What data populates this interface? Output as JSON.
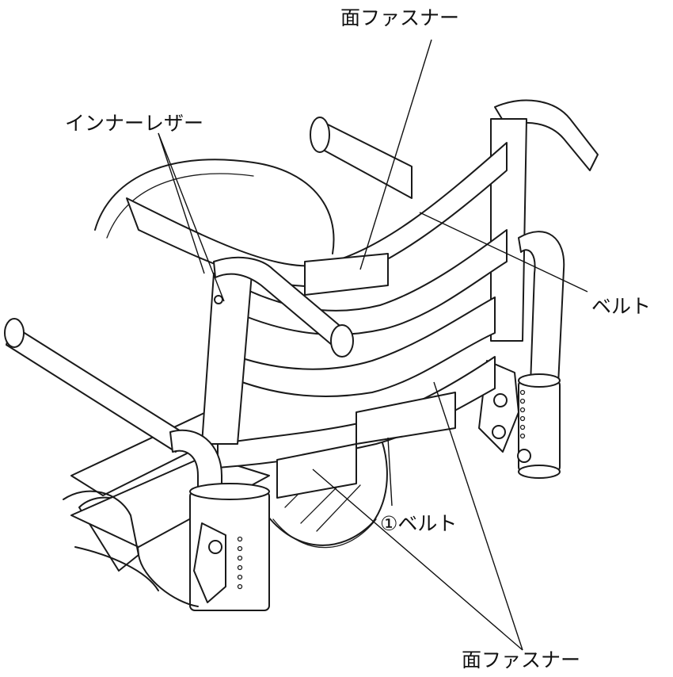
{
  "labels": {
    "top_fastener": "面ファスナー",
    "inner_leather": "インナーレザー",
    "belt": "ベルト",
    "belt_1": "①ベルト",
    "bottom_fastener": "面ファスナー"
  }
}
